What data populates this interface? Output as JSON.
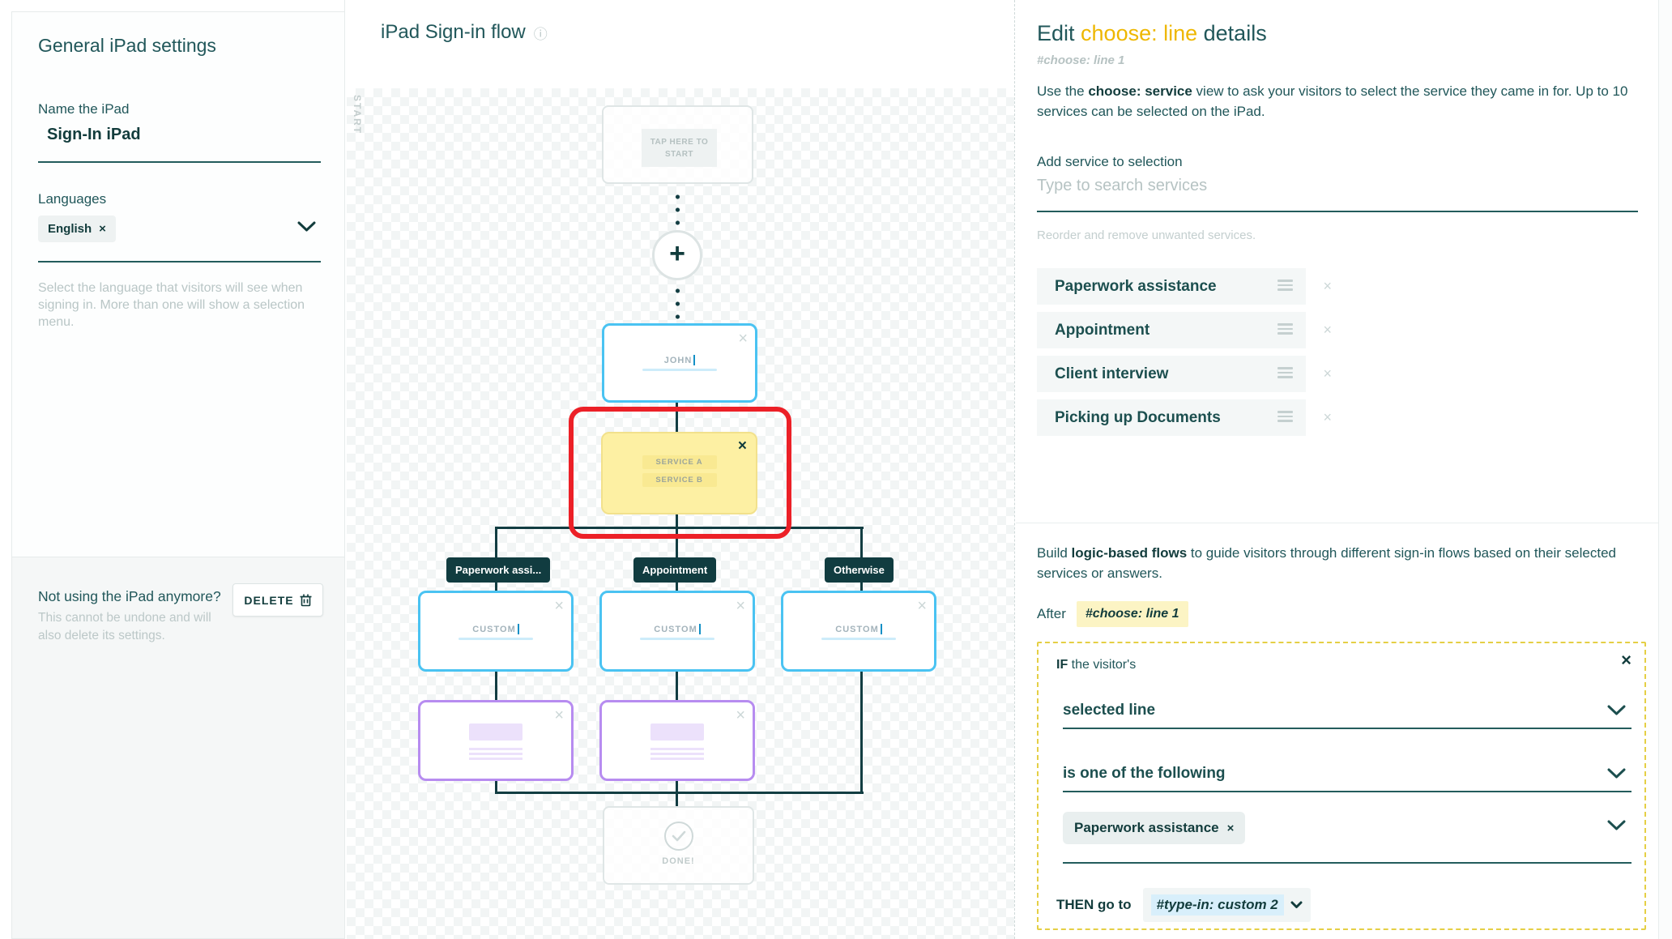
{
  "colors": {
    "brand_teal": "#1d5c5c",
    "dark_teal": "#113c3c",
    "accent_gold": "#eeb700",
    "selection_red": "#ec2027",
    "node_blue": "#4ac3f2",
    "node_purple": "#b78cf0",
    "node_yellow_bg": "#fdf0a3",
    "after_chip_bg": "#fcf4c4",
    "then_value_bg": "#d8effb"
  },
  "icons": {
    "close": "×",
    "plus": "+",
    "info": "ⓘ"
  },
  "left_panel": {
    "title": "General iPad settings",
    "name_label": "Name the iPad",
    "name_value": "Sign-In iPad",
    "languages_label": "Languages",
    "language_chip": "English",
    "language_help": "Select the language that visitors will see when signing in. More than one will show a selection menu.",
    "delete_section": {
      "title": "Not using the iPad anymore?",
      "note": "This cannot be undone and will also delete its settings.",
      "button": "DELETE"
    }
  },
  "flow": {
    "title": "iPad Sign-in flow",
    "start_label": "START",
    "tap_line1": "TAP HERE TO",
    "tap_line2": "START",
    "john_value": "JOHN",
    "service_a": "SERVICE A",
    "service_b": "SERVICE B",
    "branches": [
      "Paperwork assi...",
      "Appointment",
      "Otherwise"
    ],
    "custom_value": "CUSTOM",
    "done_label": "DONE!"
  },
  "right_panel": {
    "title_prefix": "Edit ",
    "title_highlight": "choose: line",
    "title_suffix": " details",
    "subtitle": "#choose: line 1",
    "desc_pre": "Use the ",
    "desc_bold": "choose: service",
    "desc_post": " view to ask your visitors to select the service they came in for. Up to 10 services can be selected on the iPad.",
    "add_service_label": "Add service to selection",
    "search_placeholder": "Type to search services",
    "reorder_note": "Reorder and remove unwanted services.",
    "services": [
      "Paperwork assistance",
      "Appointment",
      "Client interview",
      "Picking up Documents"
    ],
    "logic_pre": "Build ",
    "logic_bold": "logic-based flows",
    "logic_post": " to guide visitors through different sign-in flows based on their selected services or answers.",
    "after_label": "After",
    "after_chip": "#choose: line 1",
    "rule": {
      "if_bold": "IF",
      "if_rest": " the visitor's",
      "field": "selected line",
      "operator": "is one of the following",
      "value": "Paperwork assistance",
      "then_label": "THEN go to",
      "then_value": "#type-in: custom 2"
    }
  }
}
